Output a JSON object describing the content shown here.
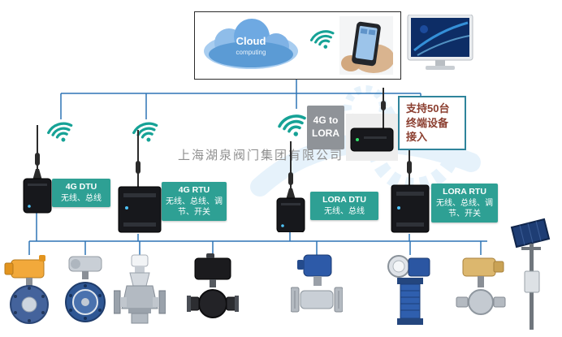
{
  "company_watermark": "上海湖泉阀门集团有限公司",
  "cloud": {
    "title": "Cloud",
    "subtitle": "computing"
  },
  "gateway": {
    "label": "4G to LORA"
  },
  "capacity_note": "支持50台终端设备接入",
  "devices": [
    {
      "name": "4G DTU",
      "features": "无线、总线"
    },
    {
      "name": "4G RTU",
      "features": "无线、总线、调节、开关"
    },
    {
      "name": "LORA DTU",
      "features": "无线、总线"
    },
    {
      "name": "LORA RTU",
      "features": "无线、总线、调节、开关"
    }
  ],
  "colors": {
    "label_bg": "#2ea094",
    "line_blue": "#2e74b5",
    "callout_border": "#2f849b",
    "callout_text": "#8b3e2f",
    "wifi_teal": "#16a296"
  }
}
